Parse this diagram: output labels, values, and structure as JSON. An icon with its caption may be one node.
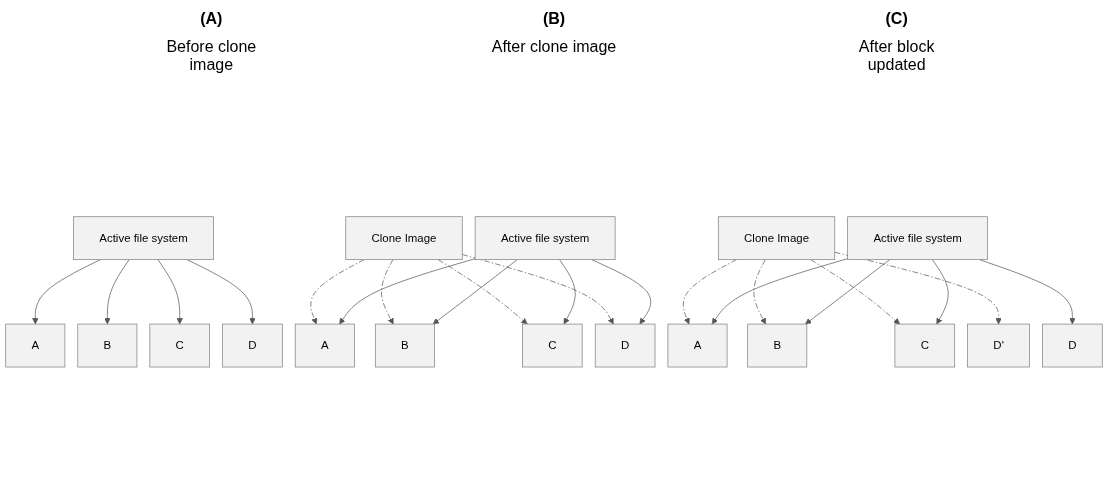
{
  "diagram": {
    "nodes": [
      {
        "text": [
          "Active file system"
        ]
      },
      {
        "text": [
          "A"
        ]
      },
      {
        "text": [
          "B"
        ]
      },
      {
        "text": [
          "C"
        ]
      },
      {
        "text": [
          "D"
        ]
      },
      {
        "text": [
          "Clone Image"
        ]
      },
      {
        "text": [
          "Active file system"
        ]
      },
      {
        "text": [
          "A"
        ]
      },
      {
        "text": [
          "B"
        ]
      },
      {
        "text": [
          "C"
        ]
      },
      {
        "text": [
          "D"
        ]
      },
      {
        "text": [
          "Clone Image"
        ]
      },
      {
        "text": [
          "Active file system"
        ]
      },
      {
        "text": [
          "A"
        ]
      },
      {
        "text": [
          "B"
        ]
      },
      {
        "text": [
          "C"
        ]
      },
      {
        "text": [
          "D"
        ]
      },
      {
        "text": [
          "D'"
        ]
      }
    ],
    "edges": [
      {
        "from": 0,
        "to": 1,
        "arrow": "to"
      },
      {
        "from": 0,
        "to": 2,
        "arrow": "to"
      },
      {
        "from": 0,
        "to": 3,
        "arrow": "to"
      },
      {
        "from": 0,
        "to": 4,
        "arrow": "to"
      },
      {
        "from": 5,
        "to": 7,
        "arrow": "to",
        "style": "dashed"
      },
      {
        "from": 5,
        "to": 8,
        "arrow": "to",
        "style": "dashed"
      },
      {
        "from": 5,
        "to": 9,
        "arrow": "to",
        "style": "dashed"
      },
      {
        "from": 5,
        "to": 10,
        "arrow": "to",
        "style": "dashed"
      },
      {
        "from": 6,
        "to": 7,
        "arrow": "to"
      },
      {
        "from": 6,
        "to": 8,
        "arrow": "to"
      },
      {
        "from": 6,
        "to": 9,
        "arrow": "to"
      },
      {
        "from": 6,
        "to": 10,
        "arrow": "to"
      },
      {
        "from": 11,
        "to": 13,
        "arrow": "to",
        "style": "dashed"
      },
      {
        "from": 11,
        "to": 14,
        "arrow": "to",
        "style": "dashed"
      },
      {
        "from": 11,
        "to": 15,
        "arrow": "to",
        "style": "dashed"
      },
      {
        "from": 11,
        "to": 17,
        "arrow": "to",
        "style": "dashed"
      },
      {
        "from": 12,
        "to": 13,
        "arrow": "to"
      },
      {
        "from": 12,
        "to": 14,
        "arrow": "to"
      },
      {
        "from": 12,
        "to": 15,
        "arrow": "to"
      },
      {
        "from": 12,
        "to": 16,
        "arrow": "to"
      }
    ],
    "labels": [
      "(A)",
      "Before clone image",
      "(B)",
      "After clone image",
      "(C)",
      "After block updated"
    ]
  }
}
